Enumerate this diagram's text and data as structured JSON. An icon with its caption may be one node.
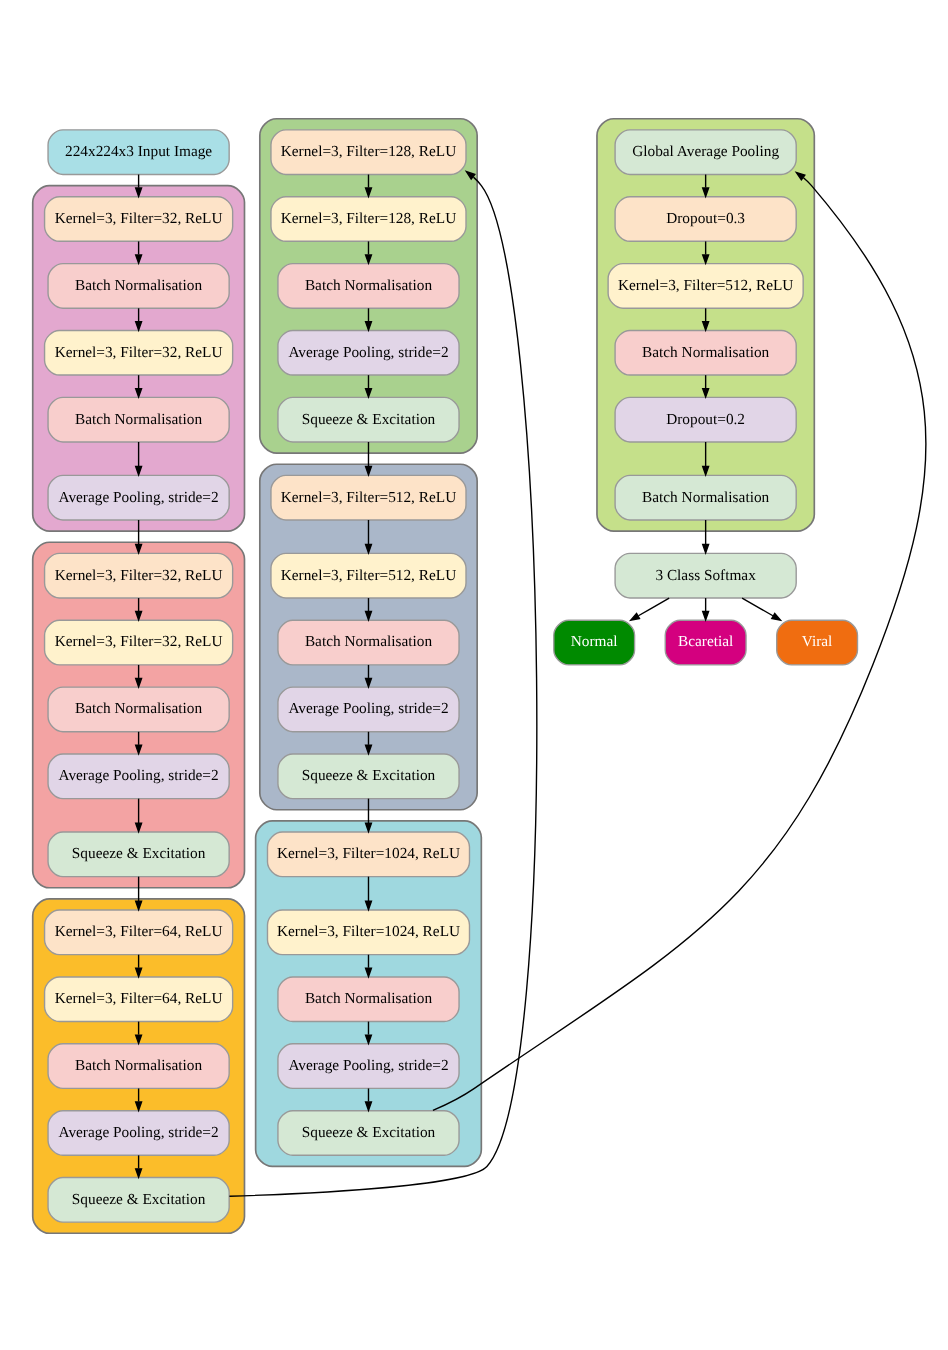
{
  "diagram": {
    "nodes": [
      {
        "text": [
          "224x224x3 Input Image"
        ]
      },
      {
        "text": [],
        "shape": "box"
      },
      {
        "text": [
          "Kernel=3, Filter=32, ReLU"
        ],
        "in": 1
      },
      {
        "text": [
          "Batch Normalisation"
        ],
        "in": 1
      },
      {
        "text": [
          "Kernel=3, Filter=32, ReLU"
        ],
        "in": 1
      },
      {
        "text": [
          "Batch Normalisation"
        ],
        "in": 1
      },
      {
        "text": [
          "Average Pooling, stride=2"
        ],
        "in": 1
      },
      {
        "text": [],
        "shape": "box"
      },
      {
        "text": [
          "Kernel=3, Filter=32, ReLU"
        ],
        "in": 7
      },
      {
        "text": [
          "Kernel=3, Filter=32, ReLU"
        ],
        "in": 7
      },
      {
        "text": [
          "Batch Normalisation"
        ],
        "in": 7
      },
      {
        "text": [
          "Average Pooling, stride=2"
        ],
        "in": 7
      },
      {
        "text": [
          "Squeeze & Excitation"
        ],
        "in": 7
      },
      {
        "text": [],
        "shape": "box"
      },
      {
        "text": [
          "Kernel=3, Filter=64, ReLU"
        ],
        "in": 13
      },
      {
        "text": [
          "Kernel=3, Filter=64, ReLU"
        ],
        "in": 13
      },
      {
        "text": [
          "Batch Normalisation"
        ],
        "in": 13
      },
      {
        "text": [
          "Average Pooling, stride=2"
        ],
        "in": 13
      },
      {
        "text": [
          "Squeeze & Excitation"
        ],
        "in": 13
      },
      {
        "text": [],
        "shape": "box"
      },
      {
        "text": [
          "Kernel=3, Filter=128, ReLU"
        ],
        "in": 19
      },
      {
        "text": [
          "Kernel=3, Filter=128, ReLU"
        ],
        "in": 19
      },
      {
        "text": [
          "Batch Normalisation"
        ],
        "in": 19
      },
      {
        "text": [
          "Average Pooling, stride=2"
        ],
        "in": 19
      },
      {
        "text": [
          "Squeeze & Excitation"
        ],
        "in": 19
      },
      {
        "text": [],
        "shape": "box"
      },
      {
        "text": [
          "Kernel=3, Filter=512, ReLU"
        ],
        "in": 25
      },
      {
        "text": [
          "Kernel=3, Filter=512, ReLU"
        ],
        "in": 25
      },
      {
        "text": [
          "Batch Normalisation"
        ],
        "in": 25
      },
      {
        "text": [
          "Average Pooling, stride=2"
        ],
        "in": 25
      },
      {
        "text": [
          "Squeeze & Excitation"
        ],
        "in": 25
      },
      {
        "text": [],
        "shape": "box"
      },
      {
        "text": [
          "Kernel=3, Filter=1024, ReLU"
        ],
        "in": 31
      },
      {
        "text": [
          "Kernel=3, Filter=1024, ReLU"
        ],
        "in": 31
      },
      {
        "text": [
          "Batch Normalisation"
        ],
        "in": 31
      },
      {
        "text": [
          "Average Pooling, stride=2"
        ],
        "in": 31
      },
      {
        "text": [
          "Squeeze & Excitation"
        ],
        "in": 31
      },
      {
        "text": [],
        "shape": "box"
      },
      {
        "text": [
          "Global Average Pooling"
        ],
        "in": 37
      },
      {
        "text": [
          "Dropout=0.3"
        ],
        "in": 37
      },
      {
        "text": [
          "Kernel=3, Filter=512, ReLU"
        ],
        "in": 37
      },
      {
        "text": [
          "Batch Normalisation"
        ],
        "in": 37
      },
      {
        "text": [
          "Dropout=0.2"
        ],
        "in": 37
      },
      {
        "text": [
          "Batch Normalisation"
        ],
        "in": 37
      },
      {
        "text": [
          "3 Class Softmax"
        ]
      },
      {
        "text": [
          "Normal"
        ]
      },
      {
        "text": [
          "Bcaretial"
        ]
      },
      {
        "text": [
          "Viral"
        ]
      }
    ],
    "edges": [
      {
        "from": 0,
        "to": 2,
        "arrow": "to"
      },
      {
        "from": 2,
        "to": 3,
        "arrow": "to"
      },
      {
        "from": 3,
        "to": 4,
        "arrow": "to"
      },
      {
        "from": 4,
        "to": 5,
        "arrow": "to"
      },
      {
        "from": 5,
        "to": 6,
        "arrow": "to"
      },
      {
        "from": 6,
        "to": 8,
        "arrow": "to"
      },
      {
        "from": 8,
        "to": 9,
        "arrow": "to"
      },
      {
        "from": 9,
        "to": 10,
        "arrow": "to"
      },
      {
        "from": 10,
        "to": 11,
        "arrow": "to"
      },
      {
        "from": 11,
        "to": 12,
        "arrow": "to"
      },
      {
        "from": 12,
        "to": 14,
        "arrow": "to"
      },
      {
        "from": 14,
        "to": 15,
        "arrow": "to"
      },
      {
        "from": 15,
        "to": 16,
        "arrow": "to"
      },
      {
        "from": 16,
        "to": 17,
        "arrow": "to"
      },
      {
        "from": 17,
        "to": 18,
        "arrow": "to"
      },
      {
        "from": 18,
        "to": 20,
        "arrow": "to"
      },
      {
        "from": 20,
        "to": 21,
        "arrow": "to"
      },
      {
        "from": 21,
        "to": 22,
        "arrow": "to"
      },
      {
        "from": 22,
        "to": 23,
        "arrow": "to"
      },
      {
        "from": 23,
        "to": 24,
        "arrow": "to"
      },
      {
        "from": 24,
        "to": 26,
        "arrow": "to"
      },
      {
        "from": 26,
        "to": 27,
        "arrow": "to"
      },
      {
        "from": 27,
        "to": 28,
        "arrow": "to"
      },
      {
        "from": 28,
        "to": 29,
        "arrow": "to"
      },
      {
        "from": 29,
        "to": 30,
        "arrow": "to"
      },
      {
        "from": 30,
        "to": 32,
        "arrow": "to"
      },
      {
        "from": 32,
        "to": 33,
        "arrow": "to"
      },
      {
        "from": 33,
        "to": 34,
        "arrow": "to"
      },
      {
        "from": 34,
        "to": 35,
        "arrow": "to"
      },
      {
        "from": 35,
        "to": 36,
        "arrow": "to"
      },
      {
        "from": 36,
        "to": 38,
        "arrow": "to"
      },
      {
        "from": 38,
        "to": 39,
        "arrow": "to"
      },
      {
        "from": 39,
        "to": 40,
        "arrow": "to"
      },
      {
        "from": 40,
        "to": 41,
        "arrow": "to"
      },
      {
        "from": 41,
        "to": 42,
        "arrow": "to"
      },
      {
        "from": 42,
        "to": 43,
        "arrow": "to"
      },
      {
        "from": 43,
        "to": 44,
        "arrow": "to"
      },
      {
        "from": 44,
        "to": 45,
        "arrow": "to"
      },
      {
        "from": 44,
        "to": 46,
        "arrow": "to"
      },
      {
        "from": 44,
        "to": 47,
        "arrow": "to"
      }
    ]
  }
}
